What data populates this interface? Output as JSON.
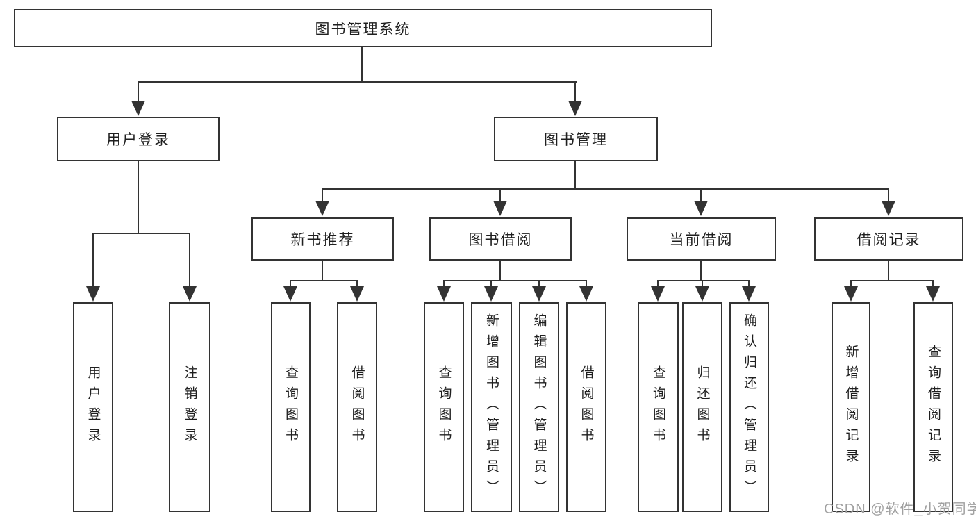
{
  "diagram_type": "tree",
  "colors": {
    "line": "#333333",
    "text": "#1f1f1f",
    "watermark": "#a0a0a0",
    "background": "#ffffff"
  },
  "tree": {
    "root": {
      "label": "图书管理系统",
      "children": [
        {
          "label": "用户登录",
          "children": [
            {
              "label": "用户登录"
            },
            {
              "label": "注销登录"
            }
          ]
        },
        {
          "label": "图书管理",
          "children": [
            {
              "label": "新书推荐",
              "children": [
                {
                  "label": "查询图书"
                },
                {
                  "label": "借阅图书"
                }
              ]
            },
            {
              "label": "图书借阅",
              "children": [
                {
                  "label": "查询图书"
                },
                {
                  "label": "新增图书（管理员）"
                },
                {
                  "label": "编辑图书（管理员）"
                },
                {
                  "label": "借阅图书"
                }
              ]
            },
            {
              "label": "当前借阅",
              "children": [
                {
                  "label": "查询图书"
                },
                {
                  "label": "归还图书"
                },
                {
                  "label": "确认归还（管理员）"
                }
              ]
            },
            {
              "label": "借阅记录",
              "children": [
                {
                  "label": "新增借阅记录"
                },
                {
                  "label": "查询借阅记录"
                }
              ]
            }
          ]
        }
      ]
    }
  },
  "watermark": {
    "text": "CSDN @软件_小贺同学"
  }
}
